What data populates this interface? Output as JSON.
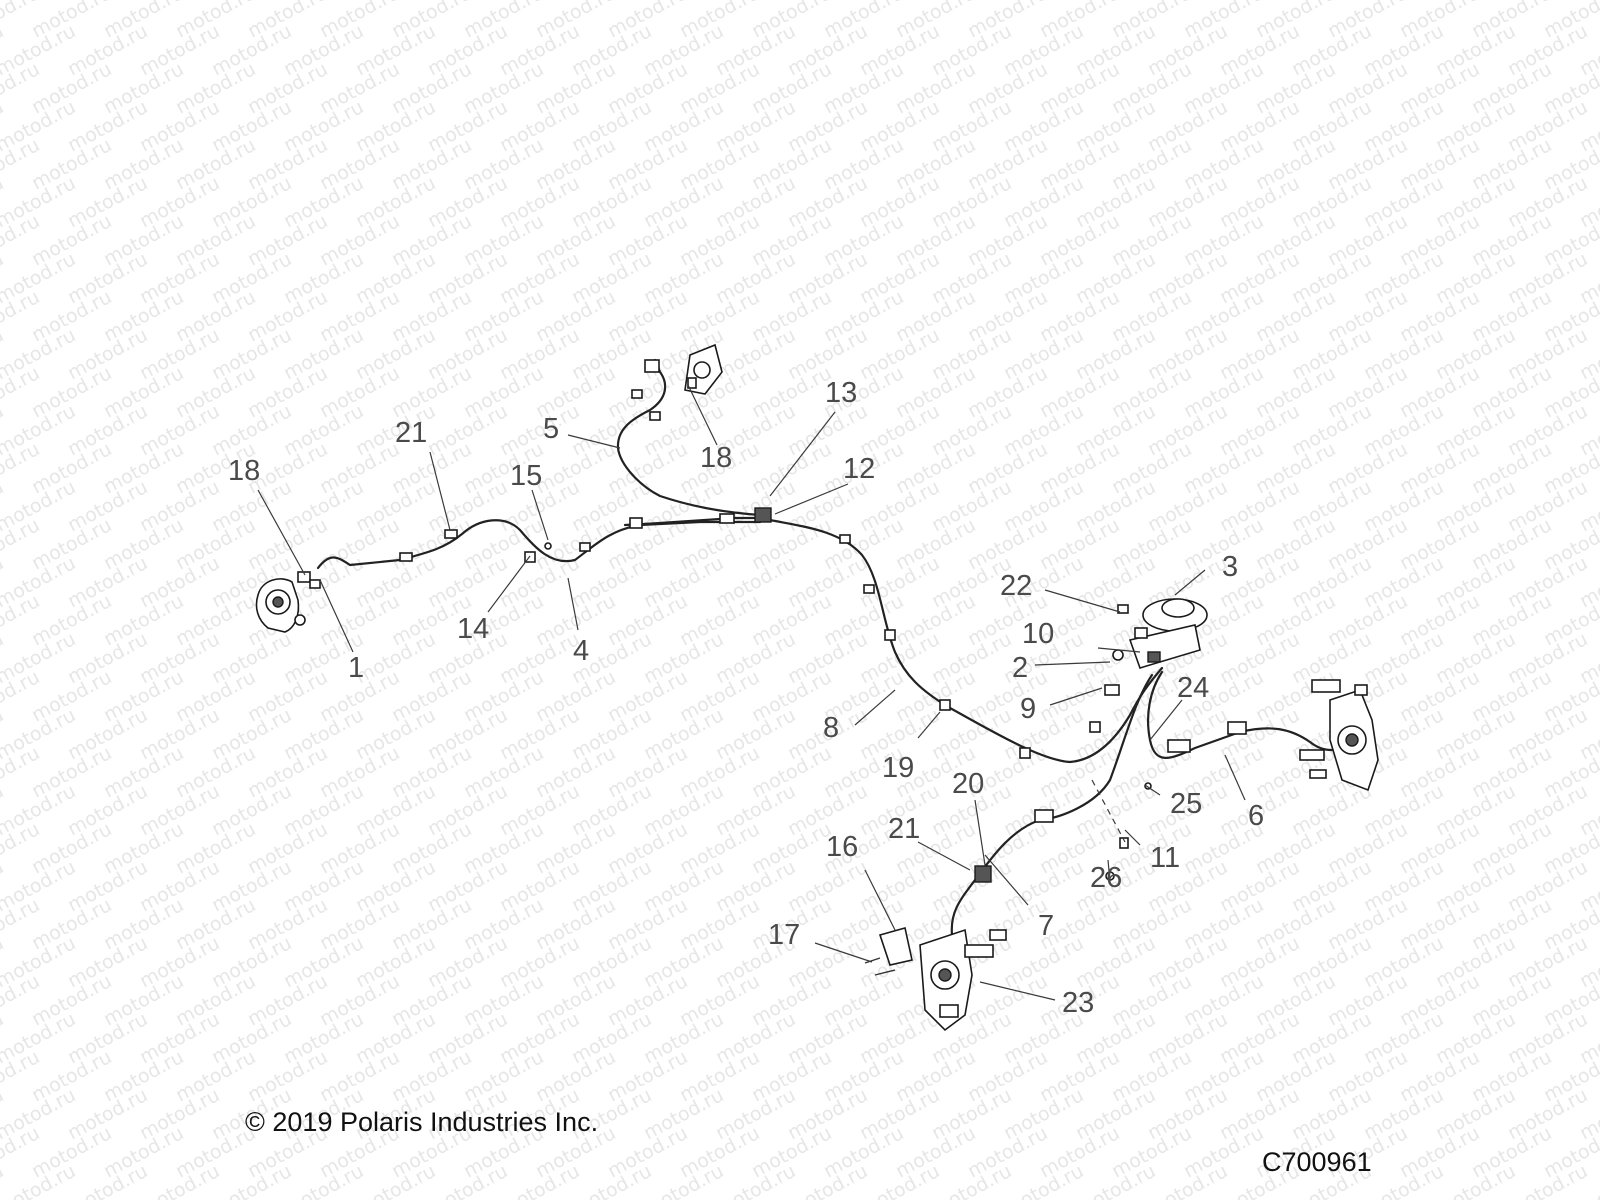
{
  "watermark": "motod.ru",
  "callouts": [
    "1",
    "2",
    "3",
    "4",
    "5",
    "6",
    "7",
    "8",
    "9",
    "10",
    "11",
    "12",
    "13",
    "14",
    "15",
    "16",
    "17",
    "18",
    "18",
    "19",
    "20",
    "21",
    "21",
    "22",
    "23",
    "24",
    "25",
    "26"
  ],
  "copyright": "© 2019 Polaris Industries Inc.",
  "figure_code": "C700961"
}
